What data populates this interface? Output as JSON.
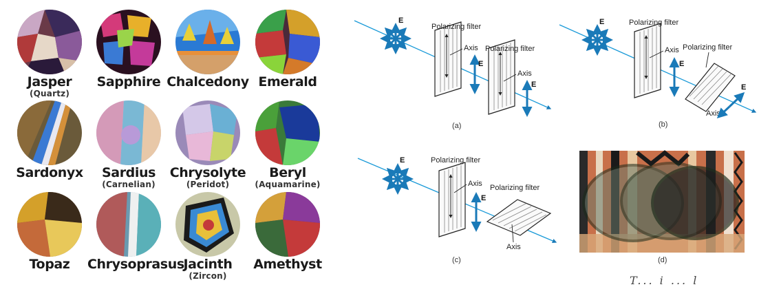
{
  "stones": [
    {
      "name": "Jasper",
      "sub": "(Quartz)"
    },
    {
      "name": "Sapphire",
      "sub": ""
    },
    {
      "name": "Chalcedony",
      "sub": ""
    },
    {
      "name": "Emerald",
      "sub": ""
    },
    {
      "name": "Sardonyx",
      "sub": ""
    },
    {
      "name": "Sardius",
      "sub": "(Carnelian)"
    },
    {
      "name": "Chrysolyte",
      "sub": "(Peridot)"
    },
    {
      "name": "Beryl",
      "sub": "(Aquamarine)"
    },
    {
      "name": "Topaz",
      "sub": ""
    },
    {
      "name": "Chrysoprasus",
      "sub": ""
    },
    {
      "name": "Jacinth",
      "sub": "(Zircon)"
    },
    {
      "name": "Amethyst",
      "sub": ""
    }
  ],
  "diagrams": {
    "filter_label": "Polarizing filter",
    "axis_label": "Axis",
    "e_label": "E",
    "captions": [
      "(a)",
      "(b)",
      "(c)",
      "(d)"
    ]
  },
  "handwriting": "T... i ... l"
}
